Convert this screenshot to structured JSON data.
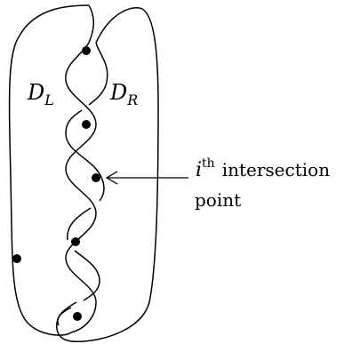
{
  "labels": {
    "left_region": "D",
    "left_region_sub": "L",
    "right_region": "D",
    "right_region_sub": "R"
  },
  "annotation": {
    "var": "i",
    "sup": "th",
    "line1": "intersection",
    "line2": "point"
  },
  "colors": {
    "stroke": "#000000",
    "background": "#ffffff"
  }
}
